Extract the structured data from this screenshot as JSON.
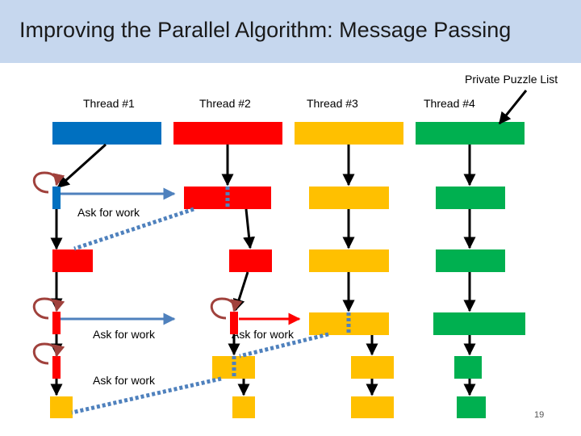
{
  "slide": {
    "title": "Improving the Parallel Algorithm: Message Passing",
    "page_number": "19"
  },
  "labels": {
    "private_list": "Private Puzzle List",
    "threads": [
      "Thread #1",
      "Thread #2",
      "Thread #3",
      "Thread #4"
    ],
    "ask_for_work": "Ask for work"
  },
  "colors": {
    "title_bar": "#c6d7ee",
    "thread1_blue": "#0070c0",
    "red": "#ff0000",
    "yellow": "#ffc000",
    "green": "#00b050",
    "message_arrow": "#4f81bd",
    "dashed_link": "#4f81bd",
    "loop_arrow": "#a0413c"
  }
}
